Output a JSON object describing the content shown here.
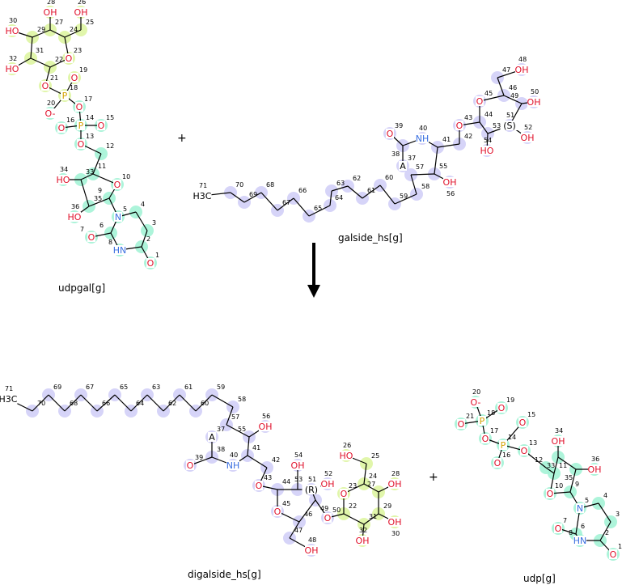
{
  "colors": {
    "nucleotide": "#9ff2d4",
    "sugar": "#dcf59c",
    "lipid": "#cfcdf7",
    "O": "#e0102a",
    "N": "#3a6fe0",
    "P": "#d4a300",
    "C": "#000000"
  },
  "reaction": {
    "plus_1": "+",
    "plus_2": "+",
    "arrow": "reaction-arrow"
  },
  "molecules": [
    {
      "id": "udpgal",
      "name": "udpgal[g]",
      "atoms": [
        [
          "1",
          "O",
          "nucleotide"
        ],
        [
          "2",
          "",
          "nucleotide"
        ],
        [
          "3",
          "",
          "nucleotide"
        ],
        [
          "4",
          "",
          "nucleotide"
        ],
        [
          "5",
          "N",
          "nucleotide"
        ],
        [
          "6",
          "",
          "nucleotide"
        ],
        [
          "7",
          "O",
          "nucleotide"
        ],
        [
          "8",
          "HN",
          "nucleotide"
        ],
        [
          "9",
          "",
          "nucleotide"
        ],
        [
          "10",
          "O",
          "nucleotide"
        ],
        [
          "11",
          "",
          "nucleotide"
        ],
        [
          "12",
          "",
          "nucleotide"
        ],
        [
          "13",
          "O",
          "nucleotide"
        ],
        [
          "14",
          "P",
          "nucleotide"
        ],
        [
          "15",
          "O",
          "nucleotide"
        ],
        [
          "16",
          "O",
          "nucleotide"
        ],
        [
          "17",
          "O",
          "nucleotide"
        ],
        [
          "18",
          "P",
          "sugar"
        ],
        [
          "19",
          "O",
          "sugar"
        ],
        [
          "20",
          "O-",
          "nucleotide"
        ],
        [
          "21",
          "O",
          "sugar"
        ],
        [
          "22",
          "",
          "sugar"
        ],
        [
          "23",
          "O",
          "sugar"
        ],
        [
          "24",
          "",
          "sugar"
        ],
        [
          "25",
          "",
          "sugar"
        ],
        [
          "26",
          "OH",
          "sugar"
        ],
        [
          "27",
          "",
          "sugar"
        ],
        [
          "28",
          "OH",
          "sugar"
        ],
        [
          "29",
          "",
          "sugar"
        ],
        [
          "30",
          "HO",
          "sugar"
        ],
        [
          "31",
          "",
          "sugar"
        ],
        [
          "32",
          "HO",
          "sugar"
        ],
        [
          "33",
          "",
          "nucleotide"
        ],
        [
          "34",
          "HO",
          "nucleotide"
        ],
        [
          "35",
          "",
          "nucleotide"
        ],
        [
          "36",
          "HO",
          "nucleotide"
        ]
      ]
    },
    {
      "id": "galside",
      "name": "galside_hs[g]",
      "atoms": [
        [
          "37",
          "A",
          "lipid"
        ],
        [
          "38",
          "",
          "lipid"
        ],
        [
          "39",
          "O",
          "lipid"
        ],
        [
          "40",
          "NH",
          "lipid"
        ],
        [
          "41",
          "",
          "lipid"
        ],
        [
          "42",
          "",
          "lipid"
        ],
        [
          "43",
          "O",
          "lipid"
        ],
        [
          "44",
          "",
          "lipid"
        ],
        [
          "45",
          "O",
          "lipid"
        ],
        [
          "46",
          "",
          "lipid"
        ],
        [
          "47",
          "",
          "lipid"
        ],
        [
          "48",
          "OH",
          "lipid"
        ],
        [
          "49",
          "",
          "lipid"
        ],
        [
          "50",
          "OH",
          "lipid"
        ],
        [
          "51",
          "(S)",
          "lipid"
        ],
        [
          "52",
          "OH",
          "lipid"
        ],
        [
          "53",
          "",
          "lipid"
        ],
        [
          "54",
          "HO",
          "lipid"
        ],
        [
          "55",
          "",
          "lipid"
        ],
        [
          "56",
          "OH",
          "lipid"
        ],
        [
          "57",
          "",
          "lipid"
        ],
        [
          "58",
          "",
          "lipid"
        ],
        [
          "59",
          "",
          "lipid"
        ],
        [
          "60",
          "",
          "lipid"
        ],
        [
          "61",
          "",
          "lipid"
        ],
        [
          "62",
          "",
          "lipid"
        ],
        [
          "63",
          "",
          "lipid"
        ],
        [
          "64",
          "",
          "lipid"
        ],
        [
          "65",
          "",
          "lipid"
        ],
        [
          "66",
          "",
          "lipid"
        ],
        [
          "67",
          "",
          "lipid"
        ],
        [
          "68",
          "",
          "lipid"
        ],
        [
          "69",
          "",
          "lipid"
        ],
        [
          "70",
          "",
          "lipid"
        ],
        [
          "71",
          "H3C",
          ""
        ]
      ]
    },
    {
      "id": "digalside",
      "name": "digalside_hs[g]",
      "atoms": [
        [
          "22",
          "",
          "sugar"
        ],
        [
          "23",
          "O",
          "sugar"
        ],
        [
          "24",
          "",
          "sugar"
        ],
        [
          "25",
          "",
          "sugar"
        ],
        [
          "26",
          "HO",
          "sugar"
        ],
        [
          "27",
          "",
          "sugar"
        ],
        [
          "28",
          "OH",
          "sugar"
        ],
        [
          "29",
          "",
          "sugar"
        ],
        [
          "30",
          "OH",
          "sugar"
        ],
        [
          "31",
          "",
          "sugar"
        ],
        [
          "32",
          "OH",
          "sugar"
        ],
        [
          "37",
          "A",
          "lipid"
        ],
        [
          "38",
          "",
          "lipid"
        ],
        [
          "39",
          "O",
          "lipid"
        ],
        [
          "40",
          "NH",
          "lipid"
        ],
        [
          "41",
          "",
          "lipid"
        ],
        [
          "42",
          "",
          "lipid"
        ],
        [
          "43",
          "O",
          "lipid"
        ],
        [
          "44",
          "",
          "lipid"
        ],
        [
          "45",
          "O",
          "lipid"
        ],
        [
          "46",
          "",
          "lipid"
        ],
        [
          "47",
          "",
          "lipid"
        ],
        [
          "48",
          "OH",
          "lipid"
        ],
        [
          "49",
          "",
          "lipid"
        ],
        [
          "50",
          "O",
          "lipid"
        ],
        [
          "51",
          "(R)",
          "lipid"
        ],
        [
          "52",
          "OH",
          "lipid"
        ],
        [
          "53",
          "",
          "lipid"
        ],
        [
          "54",
          "OH",
          "lipid"
        ],
        [
          "55",
          "",
          "lipid"
        ],
        [
          "56",
          "OH",
          "lipid"
        ],
        [
          "57",
          "",
          "lipid"
        ],
        [
          "58",
          "",
          "lipid"
        ],
        [
          "59",
          "",
          "lipid"
        ],
        [
          "60",
          "",
          "lipid"
        ],
        [
          "61",
          "",
          "lipid"
        ],
        [
          "62",
          "",
          "lipid"
        ],
        [
          "63",
          "",
          "lipid"
        ],
        [
          "64",
          "",
          "lipid"
        ],
        [
          "65",
          "",
          "lipid"
        ],
        [
          "66",
          "",
          "lipid"
        ],
        [
          "67",
          "",
          "lipid"
        ],
        [
          "68",
          "",
          "lipid"
        ],
        [
          "69",
          "",
          "lipid"
        ],
        [
          "70",
          "",
          "lipid"
        ],
        [
          "71",
          "H3C",
          ""
        ]
      ]
    },
    {
      "id": "udp",
      "name": "udp[g]",
      "atoms": [
        [
          "1",
          "O",
          "nucleotide"
        ],
        [
          "2",
          "",
          "nucleotide"
        ],
        [
          "3",
          "",
          "nucleotide"
        ],
        [
          "4",
          "",
          "nucleotide"
        ],
        [
          "5",
          "N",
          "nucleotide"
        ],
        [
          "6",
          "",
          "nucleotide"
        ],
        [
          "7",
          "O",
          "nucleotide"
        ],
        [
          "8",
          "HN",
          "nucleotide"
        ],
        [
          "9",
          "",
          "nucleotide"
        ],
        [
          "10",
          "O",
          "nucleotide"
        ],
        [
          "11",
          "",
          "nucleotide"
        ],
        [
          "12",
          "",
          "nucleotide"
        ],
        [
          "13",
          "O",
          "nucleotide"
        ],
        [
          "14",
          "P",
          "nucleotide"
        ],
        [
          "15",
          "O",
          "nucleotide"
        ],
        [
          "16",
          "O",
          "nucleotide"
        ],
        [
          "17",
          "O",
          "nucleotide"
        ],
        [
          "18",
          "P",
          "nucleotide"
        ],
        [
          "19",
          "O",
          "nucleotide"
        ],
        [
          "20",
          "O-",
          "nucleotide"
        ],
        [
          "21",
          "O",
          "nucleotide"
        ],
        [
          "33",
          "",
          "nucleotide"
        ],
        [
          "34",
          "OH",
          "nucleotide"
        ],
        [
          "35",
          "",
          "nucleotide"
        ],
        [
          "36",
          "OH",
          "nucleotide"
        ]
      ]
    }
  ]
}
